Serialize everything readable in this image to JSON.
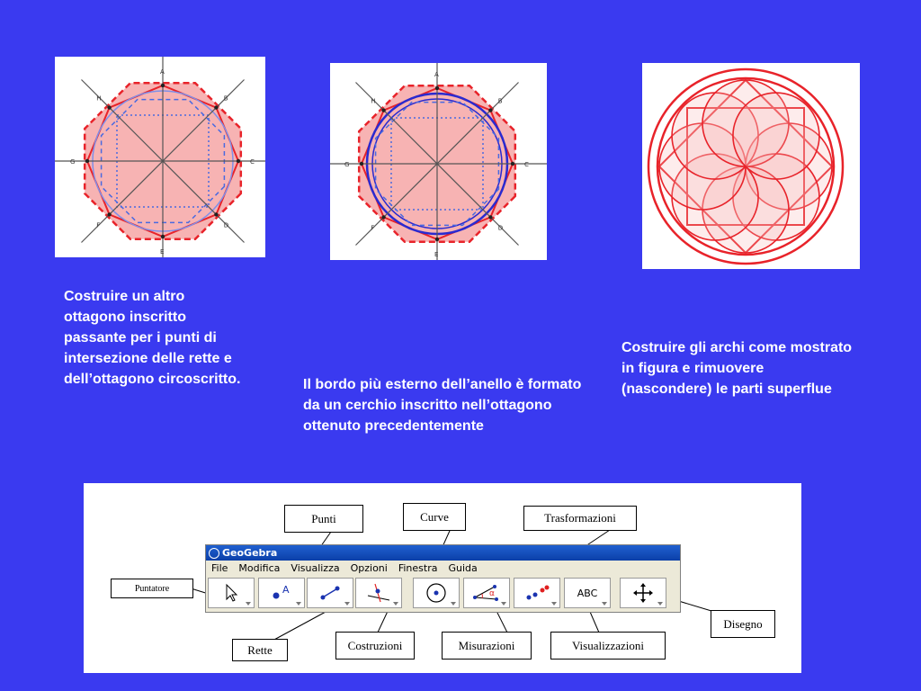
{
  "figures": {
    "fig1_labels": [
      "A",
      "B",
      "C",
      "D",
      "E",
      "F",
      "G",
      "H"
    ],
    "fig2_labels": [
      "A",
      "B",
      "C",
      "D",
      "E",
      "F",
      "G",
      "H"
    ]
  },
  "captions": {
    "left": "Costruire un altro ottagono inscritto passante per i punti di intersezione delle rette e dell’ottagono circoscritto.",
    "middle": "Il bordo più esterno dell’anello è formato da un cerchio inscritto nell’ottagono ottenuto precedentemente",
    "right": "Costruire gli archi come mostrato in figura e rimuovere (nascondere) le parti superflue"
  },
  "geogebra": {
    "title": "GeoGebra",
    "menu": [
      "File",
      "Modifica",
      "Visualizza",
      "Opzioni",
      "Finestra",
      "Guida"
    ],
    "text_tool_label": "ABC",
    "callouts": {
      "punti": "Punti",
      "curve": "Curve",
      "trasformazioni": "Trasformazioni",
      "puntatore": "Puntatore",
      "disegno": "Disegno",
      "rette": "Rette",
      "costruzioni": "Costruzioni",
      "misurazioni": "Misurazioni",
      "visualizzazioni": "Visualizzazioni"
    }
  },
  "colors": {
    "background": "#3a3af0",
    "red": "#e8232a",
    "pink_fill": "#f7b3b3",
    "blue_line": "#2a2ad0"
  }
}
